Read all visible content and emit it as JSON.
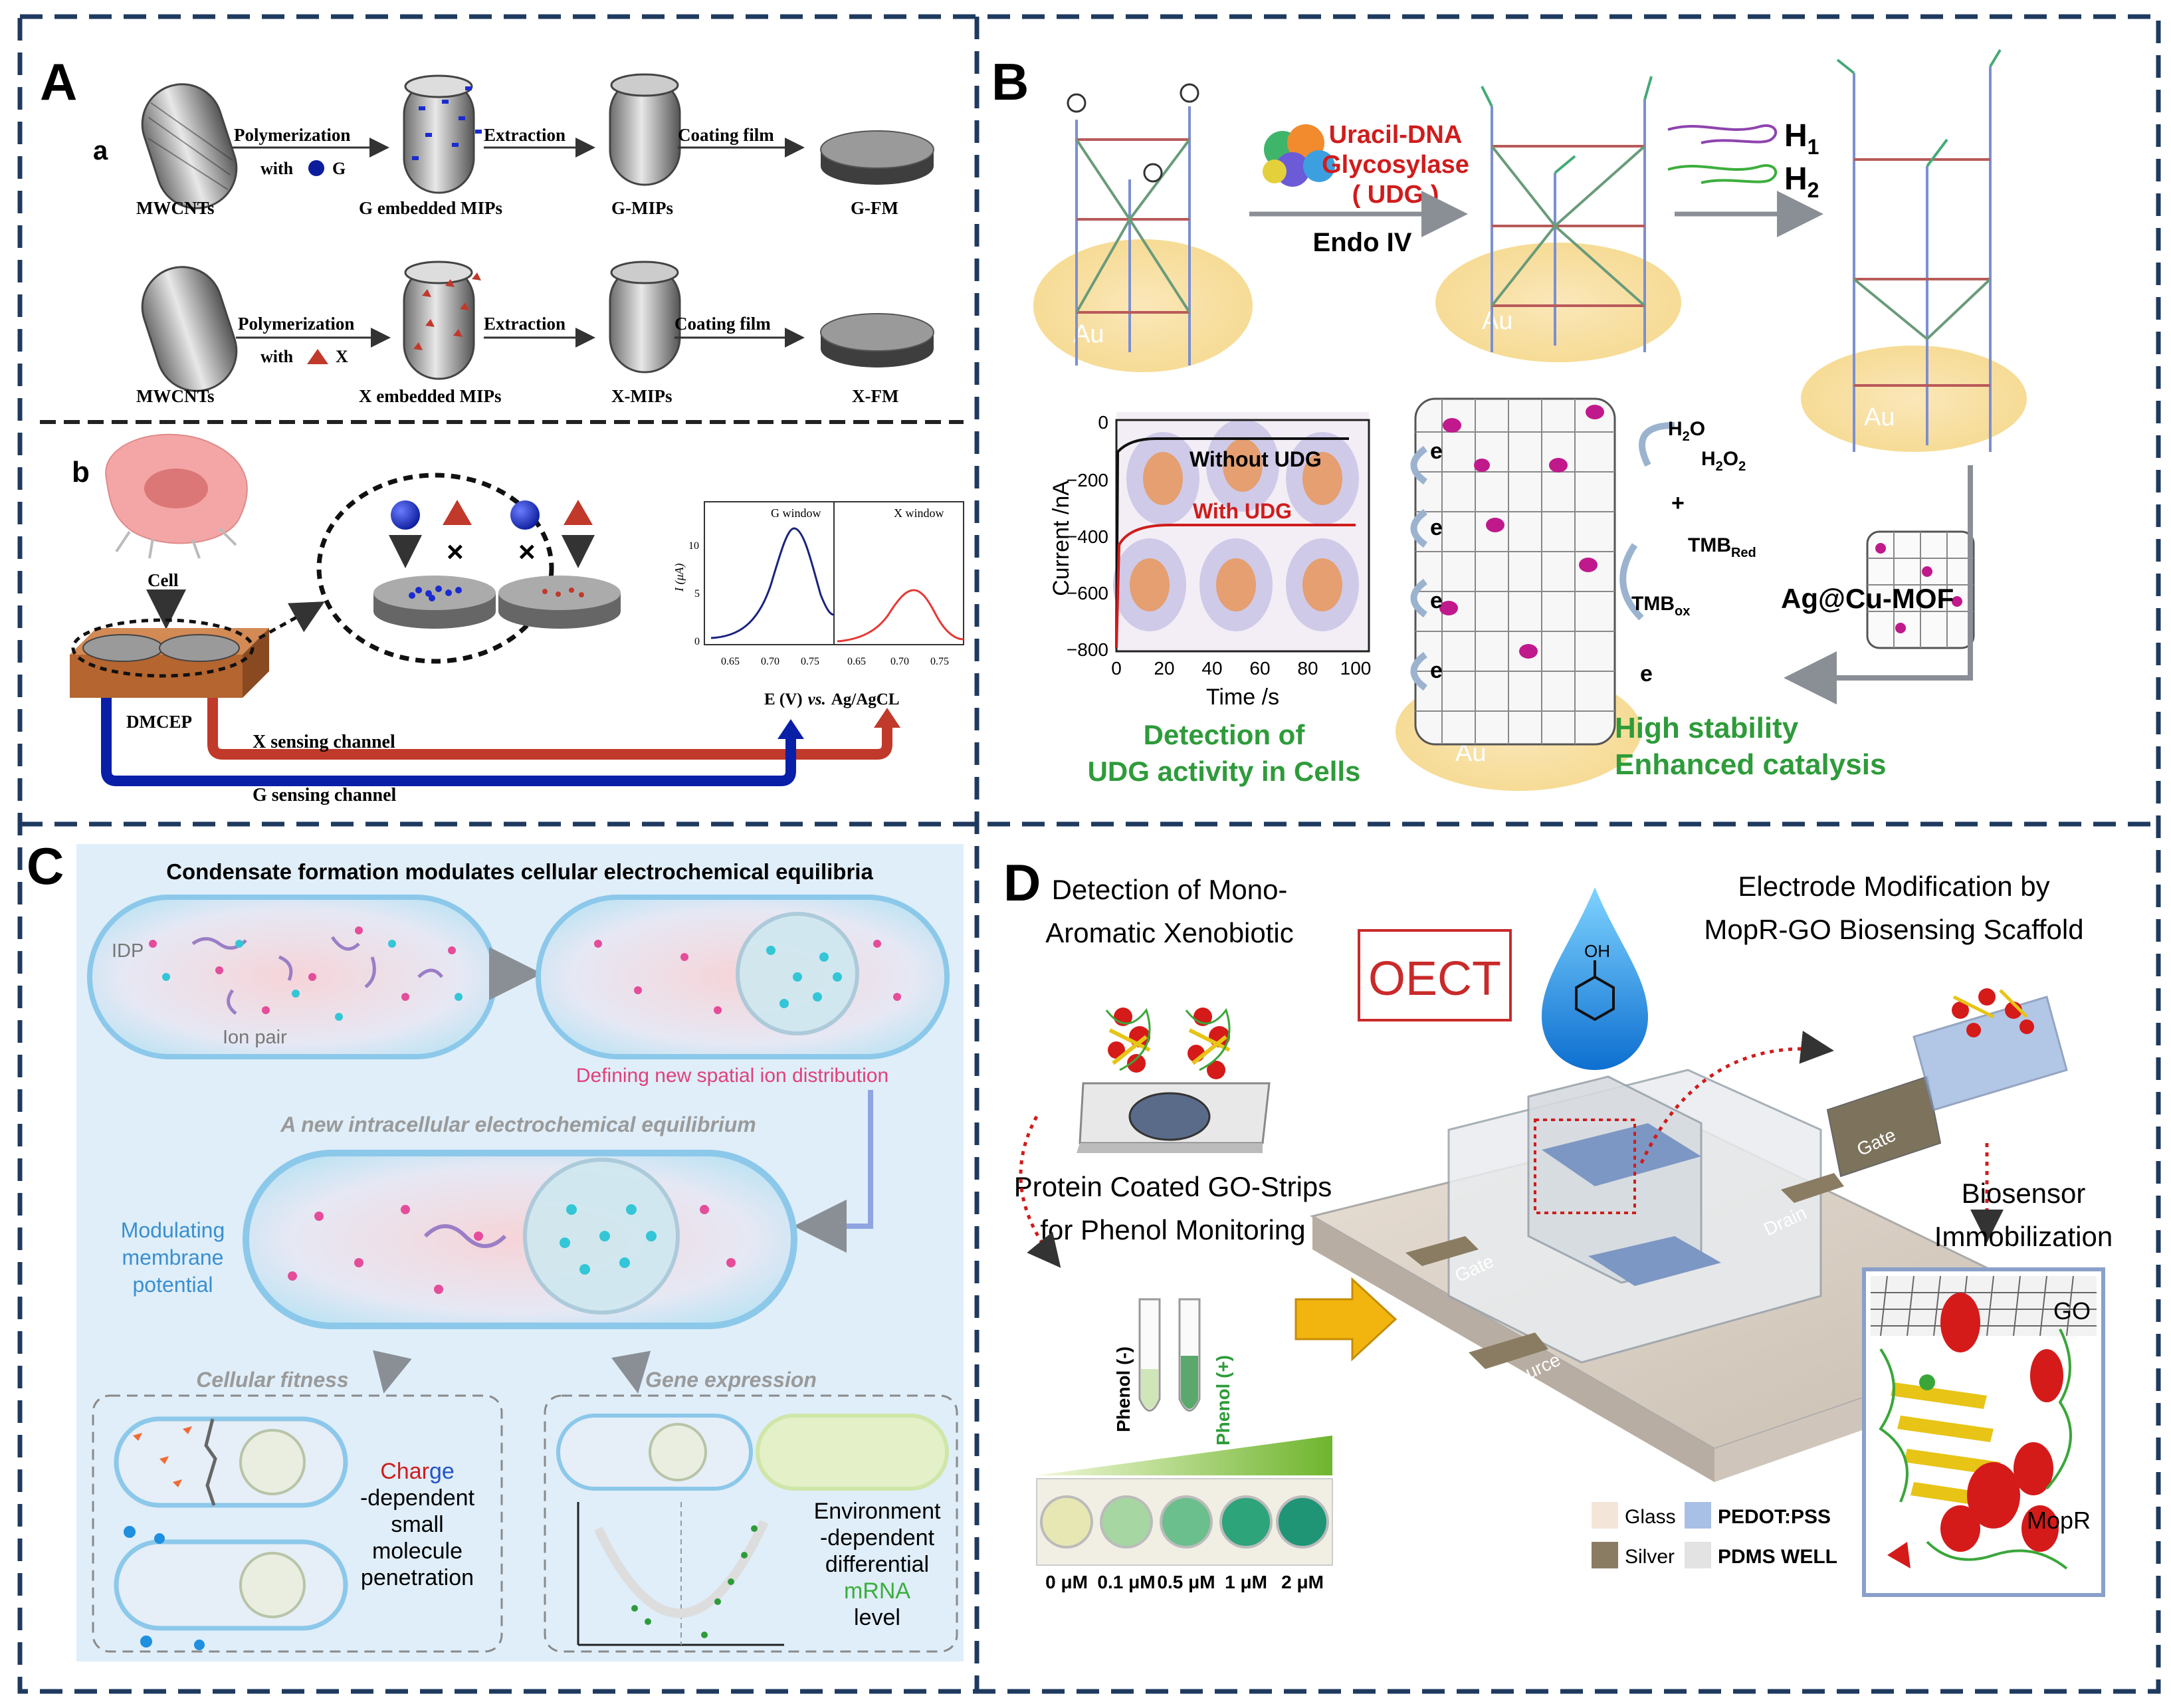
{
  "panels": {
    "A": {
      "letter": "A",
      "sub_a": "a",
      "sub_b": "b",
      "row1": {
        "start": "MWCNTs",
        "step1": "Polymerization",
        "step1_with": "with",
        "step1_symbol": "G",
        "mid": "G embedded MIPs",
        "step2": "Extraction",
        "mips": "G-MIPs",
        "step3": "Coating film",
        "film": "G-FM"
      },
      "row2": {
        "start": "MWCNTs",
        "step1": "Polymerization",
        "step1_with": "with",
        "step1_symbol": "X",
        "mid": "X embedded MIPs",
        "step2": "Extraction",
        "mips": "X-MIPs",
        "step3": "Coating film",
        "film": "X-FM"
      },
      "cell_label": "Cell",
      "device_label": "DMCEP",
      "x_channel": "X sensing channel",
      "g_channel": "G sensing channel",
      "mini_plot": {
        "g_window": "G window",
        "x_window": "X window",
        "ylabel": "I (μA)",
        "xlabel_e": "E (V)",
        "xlabel_vs": "vs.",
        "xlabel_ref": "Ag/AgCL",
        "y_ticks": [
          "0",
          "5",
          "10"
        ],
        "x_ticks": [
          "0.65",
          "0.70",
          "0.75"
        ]
      }
    },
    "B": {
      "letter": "B",
      "enzyme_1": "Uracil-DNA",
      "enzyme_2": "Glycosylase",
      "enzyme_3": "( UDG )",
      "endo": "Endo IV",
      "h1": "H",
      "h1_sub": "1",
      "h2": "H",
      "h2_sub": "2",
      "au": "Au",
      "plot": {
        "ylabel": "Current /nA",
        "xlabel": "Time /s",
        "without": "Without UDG",
        "with": "With UDG",
        "y_ticks": [
          "0",
          "−200",
          "−400",
          "−600",
          "−800"
        ],
        "x_ticks": [
          "0",
          "20",
          "40",
          "60",
          "80",
          "100"
        ]
      },
      "detect_1": "Detection of",
      "detect_2": "UDG activity in Cells",
      "h2o": "H",
      "h2o_2": "2",
      "h2o_3": "O",
      "h2o2": "H",
      "h2o2_2": "2",
      "h2o2_3": "O",
      "h2o2_4": "2",
      "plus": "+",
      "tmb_red": "TMB",
      "tmb_red_sub": "Red",
      "tmb_ox": "TMB",
      "tmb_ox_sub": "ox",
      "electron": "e",
      "mof": "Ag@Cu-MOF",
      "stability": "High stability",
      "catalysis": "Enhanced catalysis"
    },
    "C": {
      "letter": "C",
      "title": "Condensate formation modulates cellular electrochemical equilibria",
      "idp": "IDP",
      "ion_pair": "Ion pair",
      "spatial": "Defining new spatial ion distribution",
      "equilibrium": "A new intracellular electrochemical equilibrium",
      "membrane_1": "Modulating",
      "membrane_2": "membrane",
      "membrane_3": "potential",
      "fitness": "Cellular fitness",
      "gene": "Gene expression",
      "charge_red": "Char",
      "charge_blue": "ge",
      "charge_2": "-dependent",
      "charge_3": "small",
      "charge_4": "molecule",
      "charge_5": "penetration",
      "env_1": "Environment",
      "env_2": "-dependent",
      "env_3": "differential",
      "env_4": "mRNA",
      "env_5": "level"
    },
    "D": {
      "letter": "D",
      "detect_1": "Detection of Mono-",
      "detect_2": "Aromatic Xenobiotic",
      "oect": "OECT",
      "oh": "OH",
      "electrode_1": "Electrode Modification by",
      "electrode_2": "MopR-GO Biosensing Scaffold",
      "strips_1": "Protein Coated GO-Strips",
      "strips_2": "for Phenol Monitoring",
      "tube_neg": "Phenol (-)",
      "tube_pos": "Phenol (+)",
      "gate": "Gate",
      "source": "Source",
      "drain": "Drain",
      "gate2": "Gate",
      "biosensor_1": "Biosensor",
      "biosensor_2": "Immobilization",
      "go": "GO",
      "mopr": "MopR",
      "concentrations": [
        "0 μM",
        "0.1 μM",
        "0.5 μM",
        "1 μM",
        "2 μM"
      ],
      "legend": [
        "Glass",
        "PEDOT:PSS",
        "Silver",
        "PDMS WELL"
      ]
    }
  },
  "colors": {
    "frame": "#1f3a5f",
    "green_text": "#2e9b3a",
    "red_text": "#d01c1c",
    "blue_channel": "#0a1fa8",
    "red_channel": "#c0392b",
    "pink_text": "#e0407a",
    "blue_text": "#3a8fd0"
  }
}
